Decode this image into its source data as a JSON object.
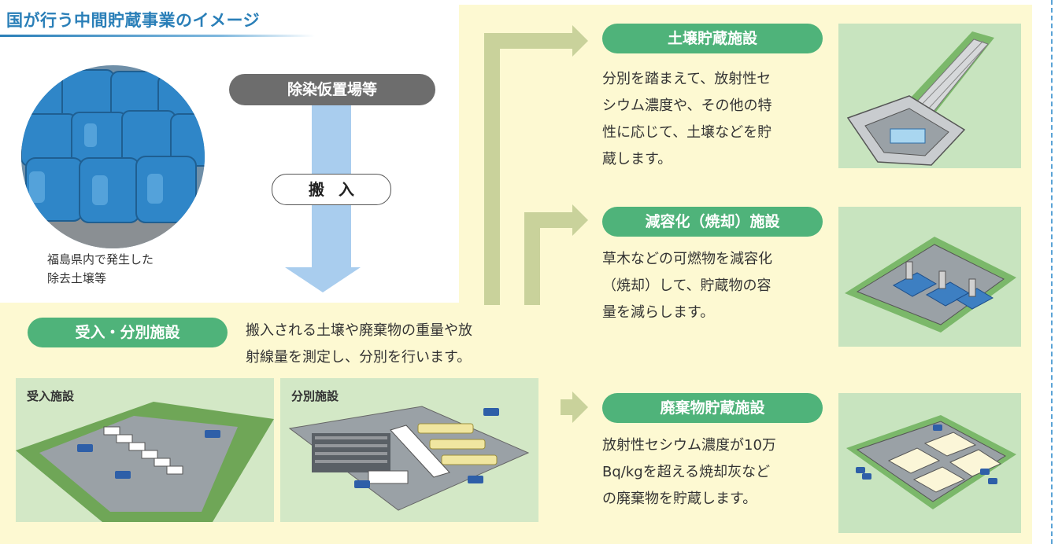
{
  "title": "国が行う中間貯蔵事業のイメージ",
  "photo": {
    "caption_lines": [
      "福島県内で発生した",
      "除去土壌等"
    ]
  },
  "flow": {
    "source_label": "除染仮置場等",
    "carry_label": "搬入"
  },
  "intake": {
    "label": "受入・分別施設",
    "description_lines": [
      "搬入される土壌や廃棄物の重量や放",
      "射線量を測定し、分別を行います。"
    ],
    "panels": [
      {
        "label": "受入施設"
      },
      {
        "label": "分別施設"
      }
    ]
  },
  "facilities": [
    {
      "label": "土壌貯蔵施設",
      "description_lines": [
        "分別を踏まえて、放射性セ",
        "シウム濃度や、その他の特",
        "性に応じて、土壌などを貯",
        "蔵します。"
      ]
    },
    {
      "label": "減容化（焼却）施設",
      "description_lines": [
        "草木などの可燃物を減容化",
        "（焼却）して、貯蔵物の容",
        "量を減らします。"
      ]
    },
    {
      "label": "廃棄物貯蔵施設",
      "description_lines": [
        "放射性セシウム濃度が10万",
        "Bq/kgを超える焼却灰など",
        "の廃棄物を貯蔵します。"
      ]
    }
  ],
  "colors": {
    "title_blue": "#2a7fb8",
    "cream": "#fdf9d2",
    "pill_green": "#4fb37a",
    "pill_gray": "#6d6d6d",
    "arrow_olive": "#c9d29b",
    "arrow_blue": "#a9cdee",
    "panel_green": "#d3e8c6"
  }
}
